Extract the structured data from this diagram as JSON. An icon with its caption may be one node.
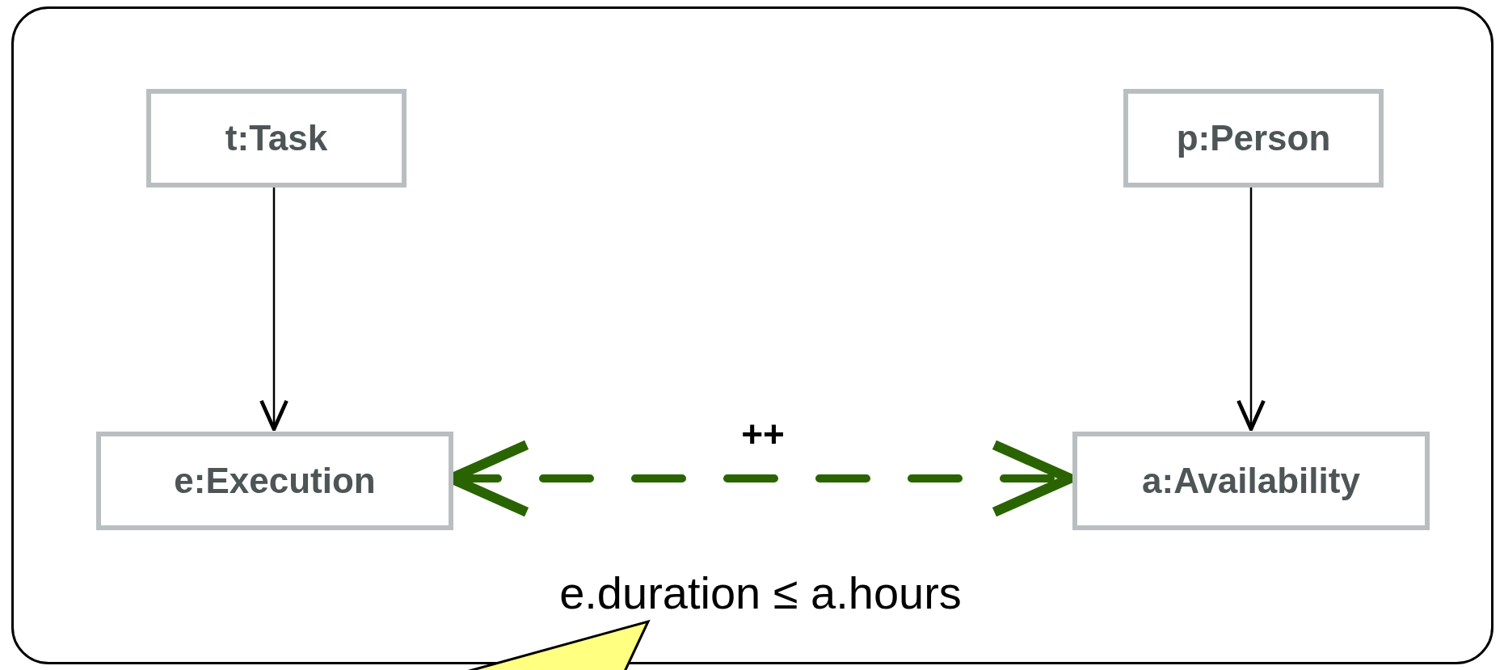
{
  "diagram": {
    "nodes": [
      {
        "text": [],
        "shape": "box"
      },
      {
        "text": [
          "t:Task"
        ],
        "in": 0
      },
      {
        "text": [
          "p:Person"
        ],
        "in": 0
      },
      {
        "text": [
          "e:Execution"
        ],
        "in": 0
      },
      {
        "text": [
          "a:Availability"
        ],
        "in": 0
      },
      {
        "text": [],
        "shape": "callout"
      }
    ],
    "edges": [
      {
        "from": 1,
        "to": 3,
        "arrow": "to"
      },
      {
        "from": 2,
        "to": 4,
        "arrow": "to"
      },
      {
        "from": 3,
        "to": 4,
        "arrow": "both",
        "label": "++",
        "style": "dashed",
        "color": "#2a6400"
      }
    ],
    "labels": [
      "e.duration ≤ a.hours"
    ]
  }
}
